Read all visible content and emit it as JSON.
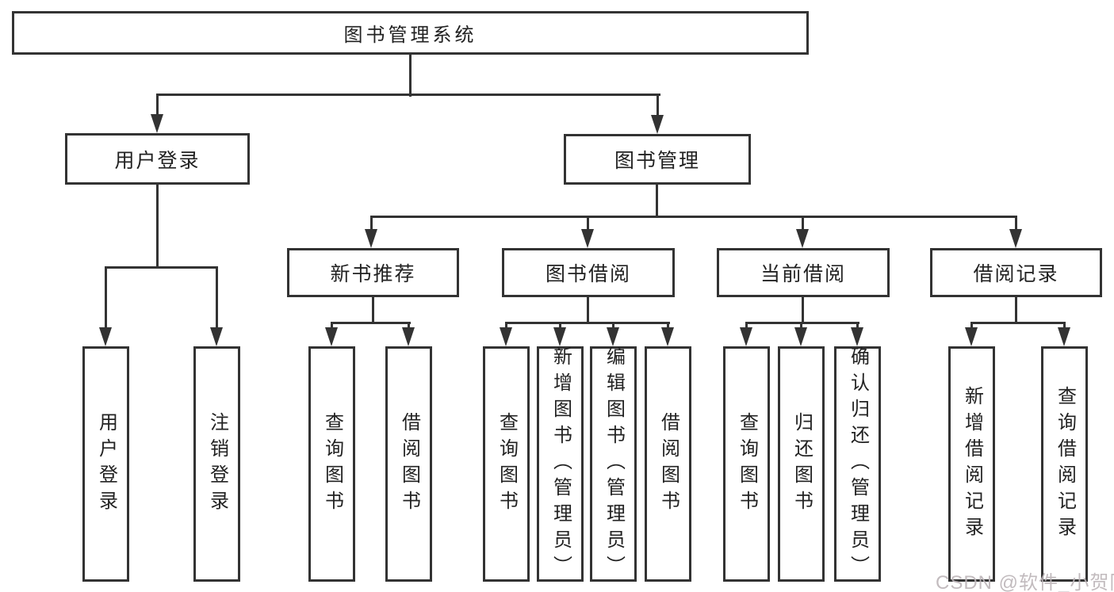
{
  "diagram": {
    "root": "图书管理系统",
    "level2": [
      "用户登录",
      "图书管理"
    ],
    "level3": [
      "新书推荐",
      "图书借阅",
      "当前借阅",
      "借阅记录"
    ],
    "leaves": {
      "user_login": [
        "用户登录",
        "注销登录"
      ],
      "new_book_recommend": [
        "查询图书",
        "借阅图书"
      ],
      "book_borrow": [
        "查询图书",
        "新增图书（管理员）",
        "编辑图书（管理员）",
        "借阅图书"
      ],
      "current_borrow": [
        "查询图书",
        "归还图书",
        "确认归还（管理员）"
      ],
      "borrow_record": [
        "新增借阅记录",
        "查询借阅记录"
      ]
    },
    "watermark": "CSDN @软件_小贺同学",
    "colors": {
      "line": "#333333",
      "text": "#222222",
      "background": "#ffffff",
      "watermark": "#bcb4b8"
    }
  }
}
